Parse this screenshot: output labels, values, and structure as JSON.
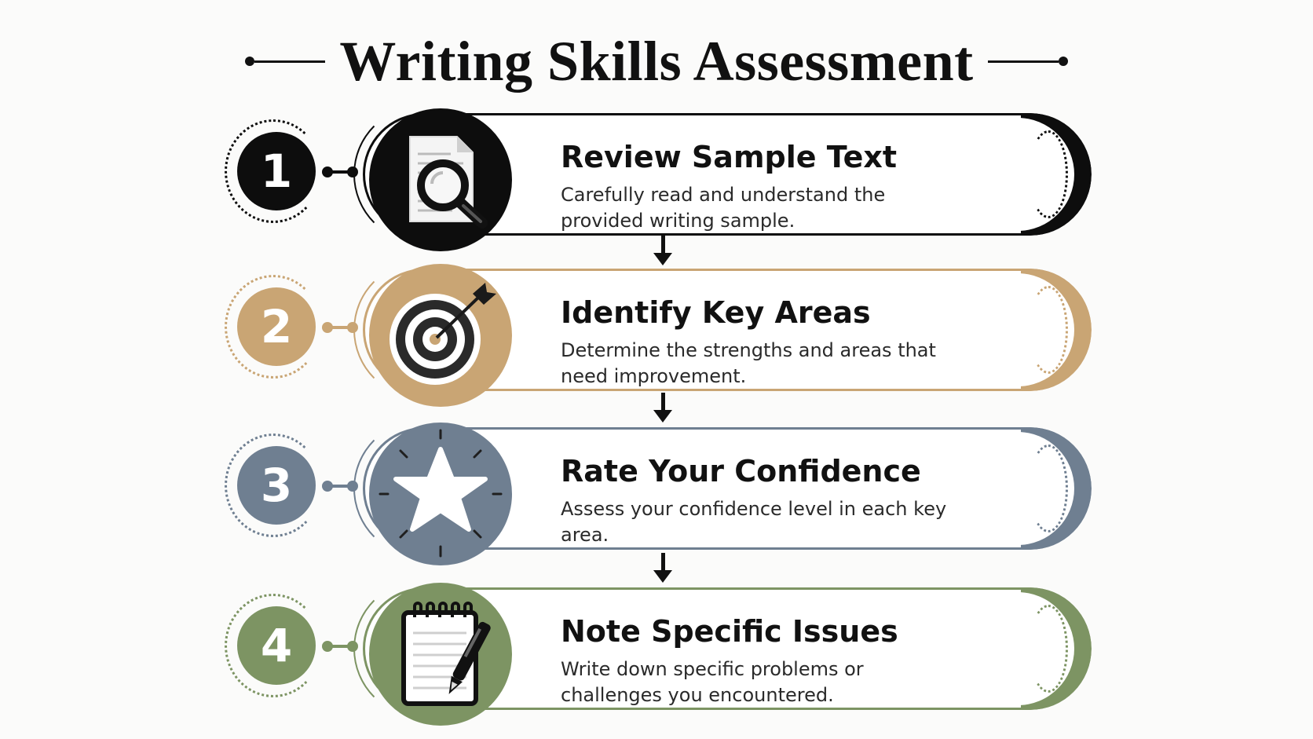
{
  "title": "Writing Skills Assessment",
  "colors": {
    "step1": "#0d0d0d",
    "step2": "#c9a574",
    "step3": "#6f7f91",
    "step4": "#7d9463"
  },
  "steps": [
    {
      "number": "1",
      "title": "Review Sample Text",
      "description": "Carefully read and understand the provided writing sample.",
      "icon": "document-magnifier-icon"
    },
    {
      "number": "2",
      "title": "Identify Key Areas",
      "description": "Determine the strengths and areas that need improvement.",
      "icon": "target-arrow-icon"
    },
    {
      "number": "3",
      "title": "Rate Your Confidence",
      "description": "Assess your confidence level in each key area.",
      "icon": "star-icon"
    },
    {
      "number": "4",
      "title": "Note Specific Issues",
      "description": "Write down specific problems or challenges you encountered.",
      "icon": "notepad-pen-icon"
    }
  ]
}
